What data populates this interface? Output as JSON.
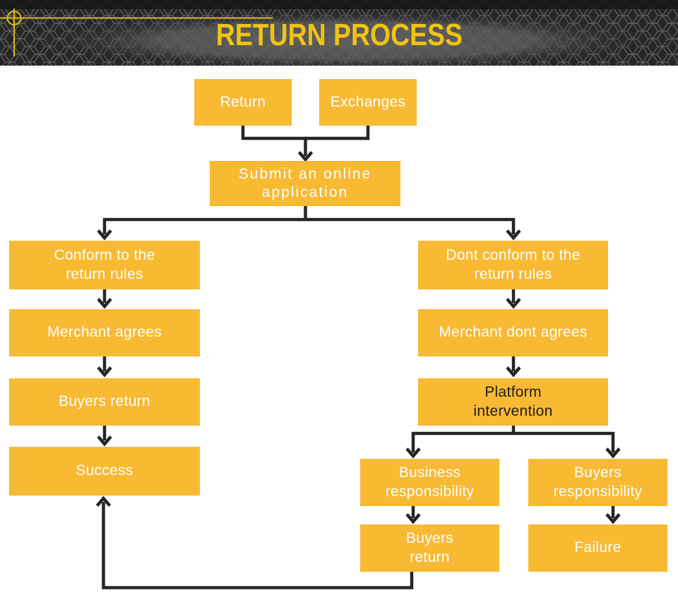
{
  "header": {
    "title": "RETURN PROCESS"
  },
  "colors": {
    "title_yellow": "#F0C314",
    "ornament_yellow": "#E2B914",
    "box_fill": "#F8B933",
    "box_text_light": "#FFFFFF",
    "box_text_dark": "#212121",
    "connector": "#262626",
    "header_background": "#262626",
    "body_background": "#FFFFFF"
  },
  "nodes": [
    {
      "id": "return",
      "label": "Return"
    },
    {
      "id": "exchanges",
      "label": "Exchanges"
    },
    {
      "id": "submit",
      "label": "Submit an online\napplication"
    },
    {
      "id": "conform",
      "label": "Conform to the\nreturn rules"
    },
    {
      "id": "merchant-agrees",
      "label": "Merchant agrees"
    },
    {
      "id": "buyers-return-left",
      "label": "Buyers return"
    },
    {
      "id": "success",
      "label": "Success"
    },
    {
      "id": "dont-conform",
      "label": "Dont conform to the\nreturn rules"
    },
    {
      "id": "merchant-dont-agrees",
      "label": "Merchant dont agrees"
    },
    {
      "id": "platform-intervention",
      "label": "Platform\nintervention"
    },
    {
      "id": "business-responsibility",
      "label": "Business\nresponsibility"
    },
    {
      "id": "buyers-responsibility",
      "label": "Buyers\nresponsibility"
    },
    {
      "id": "buyers-return-bottom",
      "label": "Buyers\nreturn"
    },
    {
      "id": "failure",
      "label": "Failure"
    }
  ],
  "edges": [
    {
      "from": "return",
      "to": "submit"
    },
    {
      "from": "exchanges",
      "to": "submit"
    },
    {
      "from": "submit",
      "to": "conform"
    },
    {
      "from": "submit",
      "to": "dont-conform"
    },
    {
      "from": "conform",
      "to": "merchant-agrees"
    },
    {
      "from": "merchant-agrees",
      "to": "buyers-return-left"
    },
    {
      "from": "buyers-return-left",
      "to": "success"
    },
    {
      "from": "dont-conform",
      "to": "merchant-dont-agrees"
    },
    {
      "from": "merchant-dont-agrees",
      "to": "platform-intervention"
    },
    {
      "from": "platform-intervention",
      "to": "business-responsibility"
    },
    {
      "from": "platform-intervention",
      "to": "buyers-responsibility"
    },
    {
      "from": "business-responsibility",
      "to": "buyers-return-bottom"
    },
    {
      "from": "buyers-responsibility",
      "to": "failure"
    },
    {
      "from": "buyers-return-bottom",
      "to": "success"
    }
  ]
}
